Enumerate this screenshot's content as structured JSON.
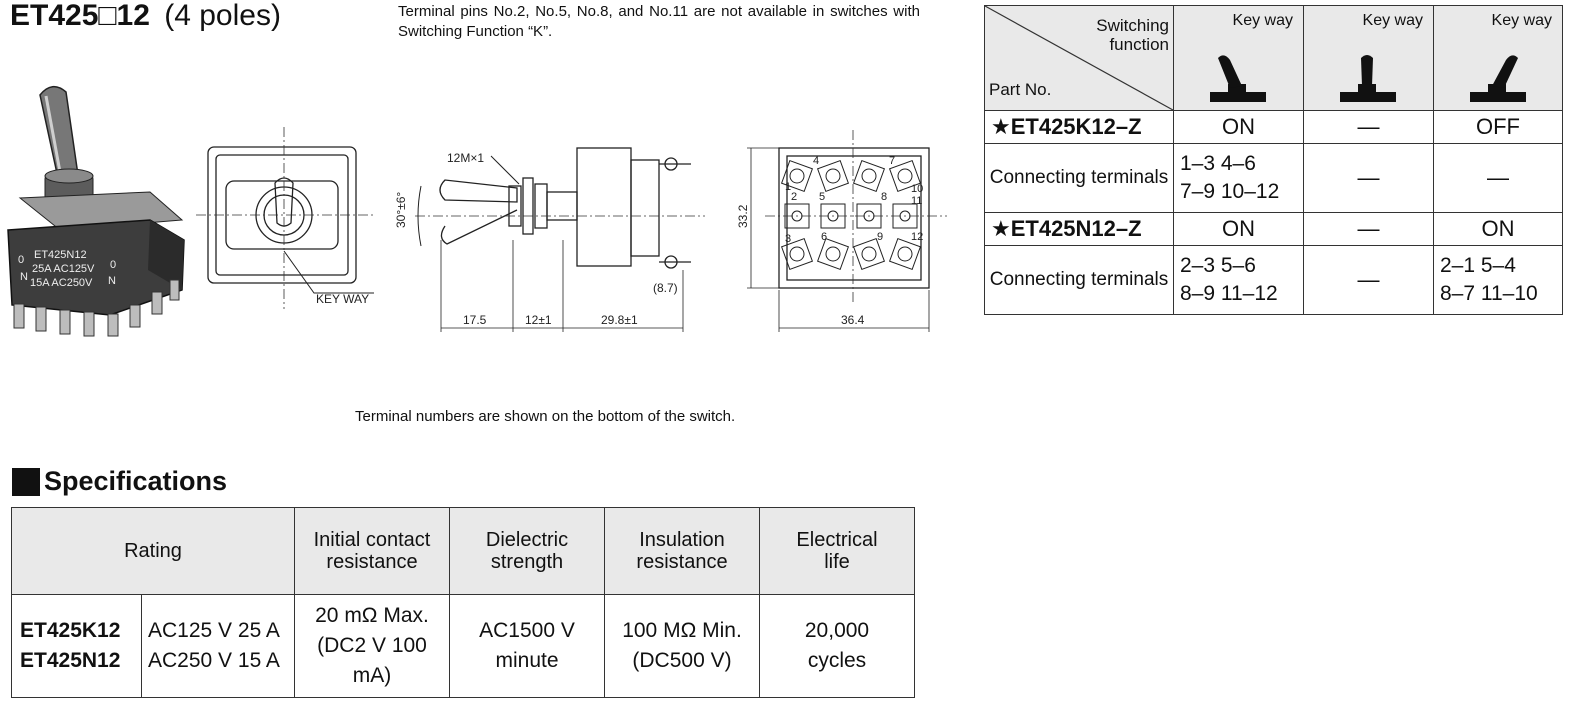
{
  "header": {
    "part_number": "ET425□12",
    "poles": "(4 poles)",
    "note": "Terminal pins No.2, No.5, No.8, and No.11 are not available in switches with Switching Function “K”."
  },
  "drawing": {
    "body_markings": [
      "ET425N12",
      "25A AC125V",
      "15A AC250V",
      "0",
      "0",
      "N",
      "N"
    ],
    "key_way_label": "KEY WAY",
    "labels": {
      "thread": "12M×1",
      "angle": "30°±6°",
      "height": "33.2",
      "offset": "(8.7)",
      "len1": "17.5",
      "len2": "12±1",
      "len3": "29.8±1",
      "width": "36.4"
    },
    "terminal_numbers": [
      "1",
      "2",
      "3",
      "4",
      "5",
      "6",
      "7",
      "8",
      "9",
      "10",
      "11",
      "12"
    ]
  },
  "footnote": "Terminal numbers are shown on the bottom of the switch.",
  "switch_table": {
    "corner_top": "Switching function",
    "corner_bottom": "Part No.",
    "key_way_headers": [
      "Key way",
      "Key way",
      "Key way"
    ],
    "rows": [
      {
        "model": "★ET425K12–Z",
        "positions": [
          "ON",
          "—",
          "OFF"
        ],
        "connect_label": "Connecting terminals",
        "connections": [
          [
            "1–3 4–6",
            "7–9 10–12"
          ],
          [
            "—"
          ],
          [
            "—"
          ]
        ]
      },
      {
        "model": "★ET425N12–Z",
        "positions": [
          "ON",
          "—",
          "ON"
        ],
        "connect_label": "Connecting terminals",
        "connections": [
          [
            "2–3 5–6",
            "8–9 11–12"
          ],
          [
            "—"
          ],
          [
            "2–1 5–4",
            "8–7 11–10"
          ]
        ]
      }
    ]
  },
  "specifications": {
    "heading": "Specifications",
    "headers": {
      "rating": "Rating",
      "contact_resistance": [
        "Initial contact",
        "resistance"
      ],
      "dielectric": [
        "Dielectric",
        "strength"
      ],
      "insulation": [
        "Insulation",
        "resistance"
      ],
      "life": [
        "Electrical",
        "life"
      ]
    },
    "models": [
      "ET425K12",
      "ET425N12"
    ],
    "ratings": [
      "AC125 V 25 A",
      "AC250 V 15 A"
    ],
    "contact_resistance": [
      "20 mΩ  Max.",
      "(DC2 V 100 mA)"
    ],
    "dielectric": [
      "AC1500 V",
      "minute"
    ],
    "insulation": [
      "100 MΩ  Min.",
      "(DC500 V)"
    ],
    "life": [
      "20,000",
      "cycles"
    ]
  }
}
